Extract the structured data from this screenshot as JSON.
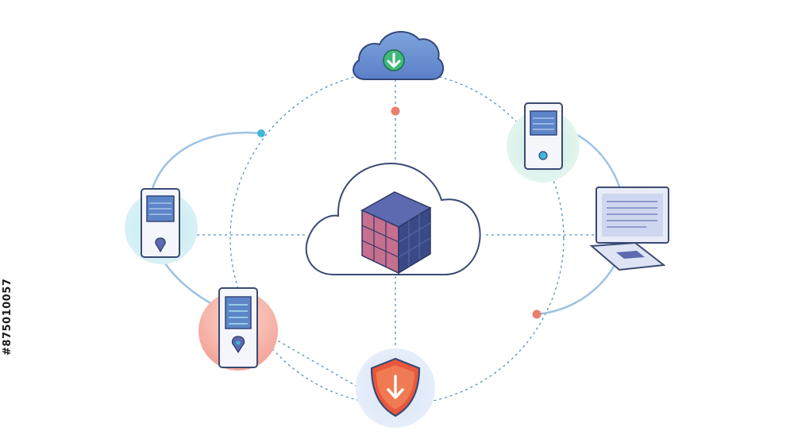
{
  "side_id": "#875010057",
  "colors": {
    "line": "#5b8fc0",
    "outline": "#3b4a74",
    "accent_blue": "#3fb7d8",
    "accent_red": "#e8806e",
    "shield": "#e9583c"
  },
  "nodes": [
    {
      "name": "central-cloud",
      "icon": "cube-in-cloud-icon"
    },
    {
      "name": "top-cloud",
      "icon": "cloud-download-icon"
    },
    {
      "name": "server-top-right",
      "icon": "server-tower-icon"
    },
    {
      "name": "laptop",
      "icon": "laptop-icon"
    },
    {
      "name": "server-left",
      "icon": "server-tower-icon"
    },
    {
      "name": "server-bottom-left",
      "icon": "server-tower-icon"
    },
    {
      "name": "security-shield",
      "icon": "shield-download-icon"
    }
  ]
}
